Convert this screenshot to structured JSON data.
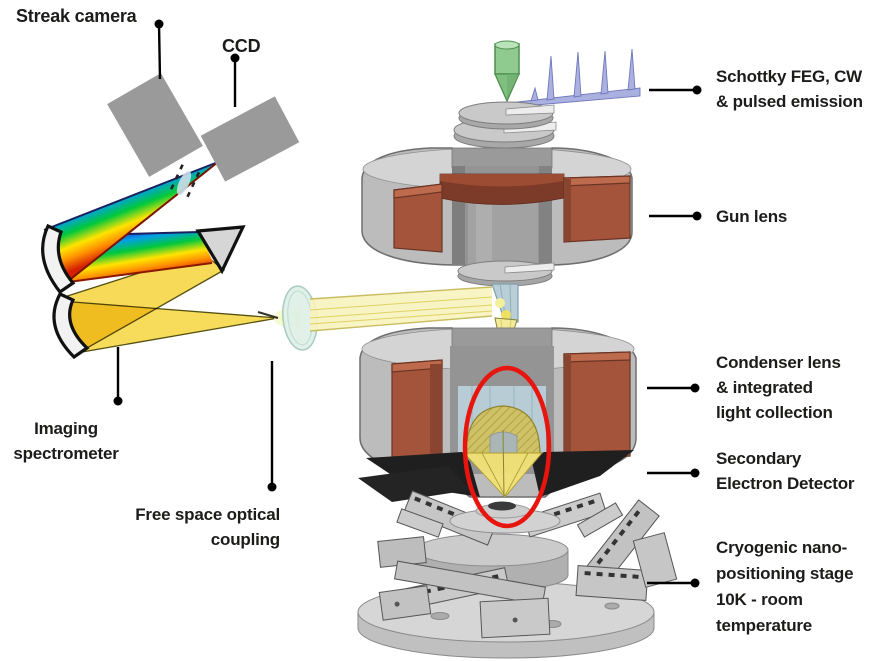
{
  "labels": {
    "streak_camera": "Streak camera",
    "ccd": "CCD",
    "imaging_spectrometer": [
      "Imaging",
      "spectrometer"
    ],
    "free_space_coupling": [
      "Free space optical",
      "coupling"
    ],
    "schottky": [
      "Schottky FEG, CW",
      "& pulsed emission"
    ],
    "gun_lens": "Gun lens",
    "condenser": [
      "Condenser lens",
      "& integrated",
      "light collection"
    ],
    "secondary_detector": [
      "Secondary",
      "Electron Detector"
    ],
    "cryo_stage": [
      "Cryogenic nano-",
      "positioning stage",
      "10K - room",
      "temperature"
    ]
  },
  "palette": {
    "background": "#ffffff",
    "label_text": "#1c1c1b",
    "leader_line": "#000000",
    "highlight_red": "#e8150e",
    "body_gray": "#bcbcbc",
    "coil_copper": "#a5543c",
    "coil_dark_band": "#7c3a28",
    "beam_yellow": "#f6d84a",
    "pale_beam": "#f8f3bd",
    "emitter_green": "#8fcb8f",
    "pulse_lavender": "#aab1e0",
    "optic_blue": "#b9ced6",
    "lens_glass": "#def0e8",
    "camera_gray": "#9a9a9a",
    "spectrum_blue": "#2b2fd4",
    "spectrum_red": "#d42000"
  }
}
